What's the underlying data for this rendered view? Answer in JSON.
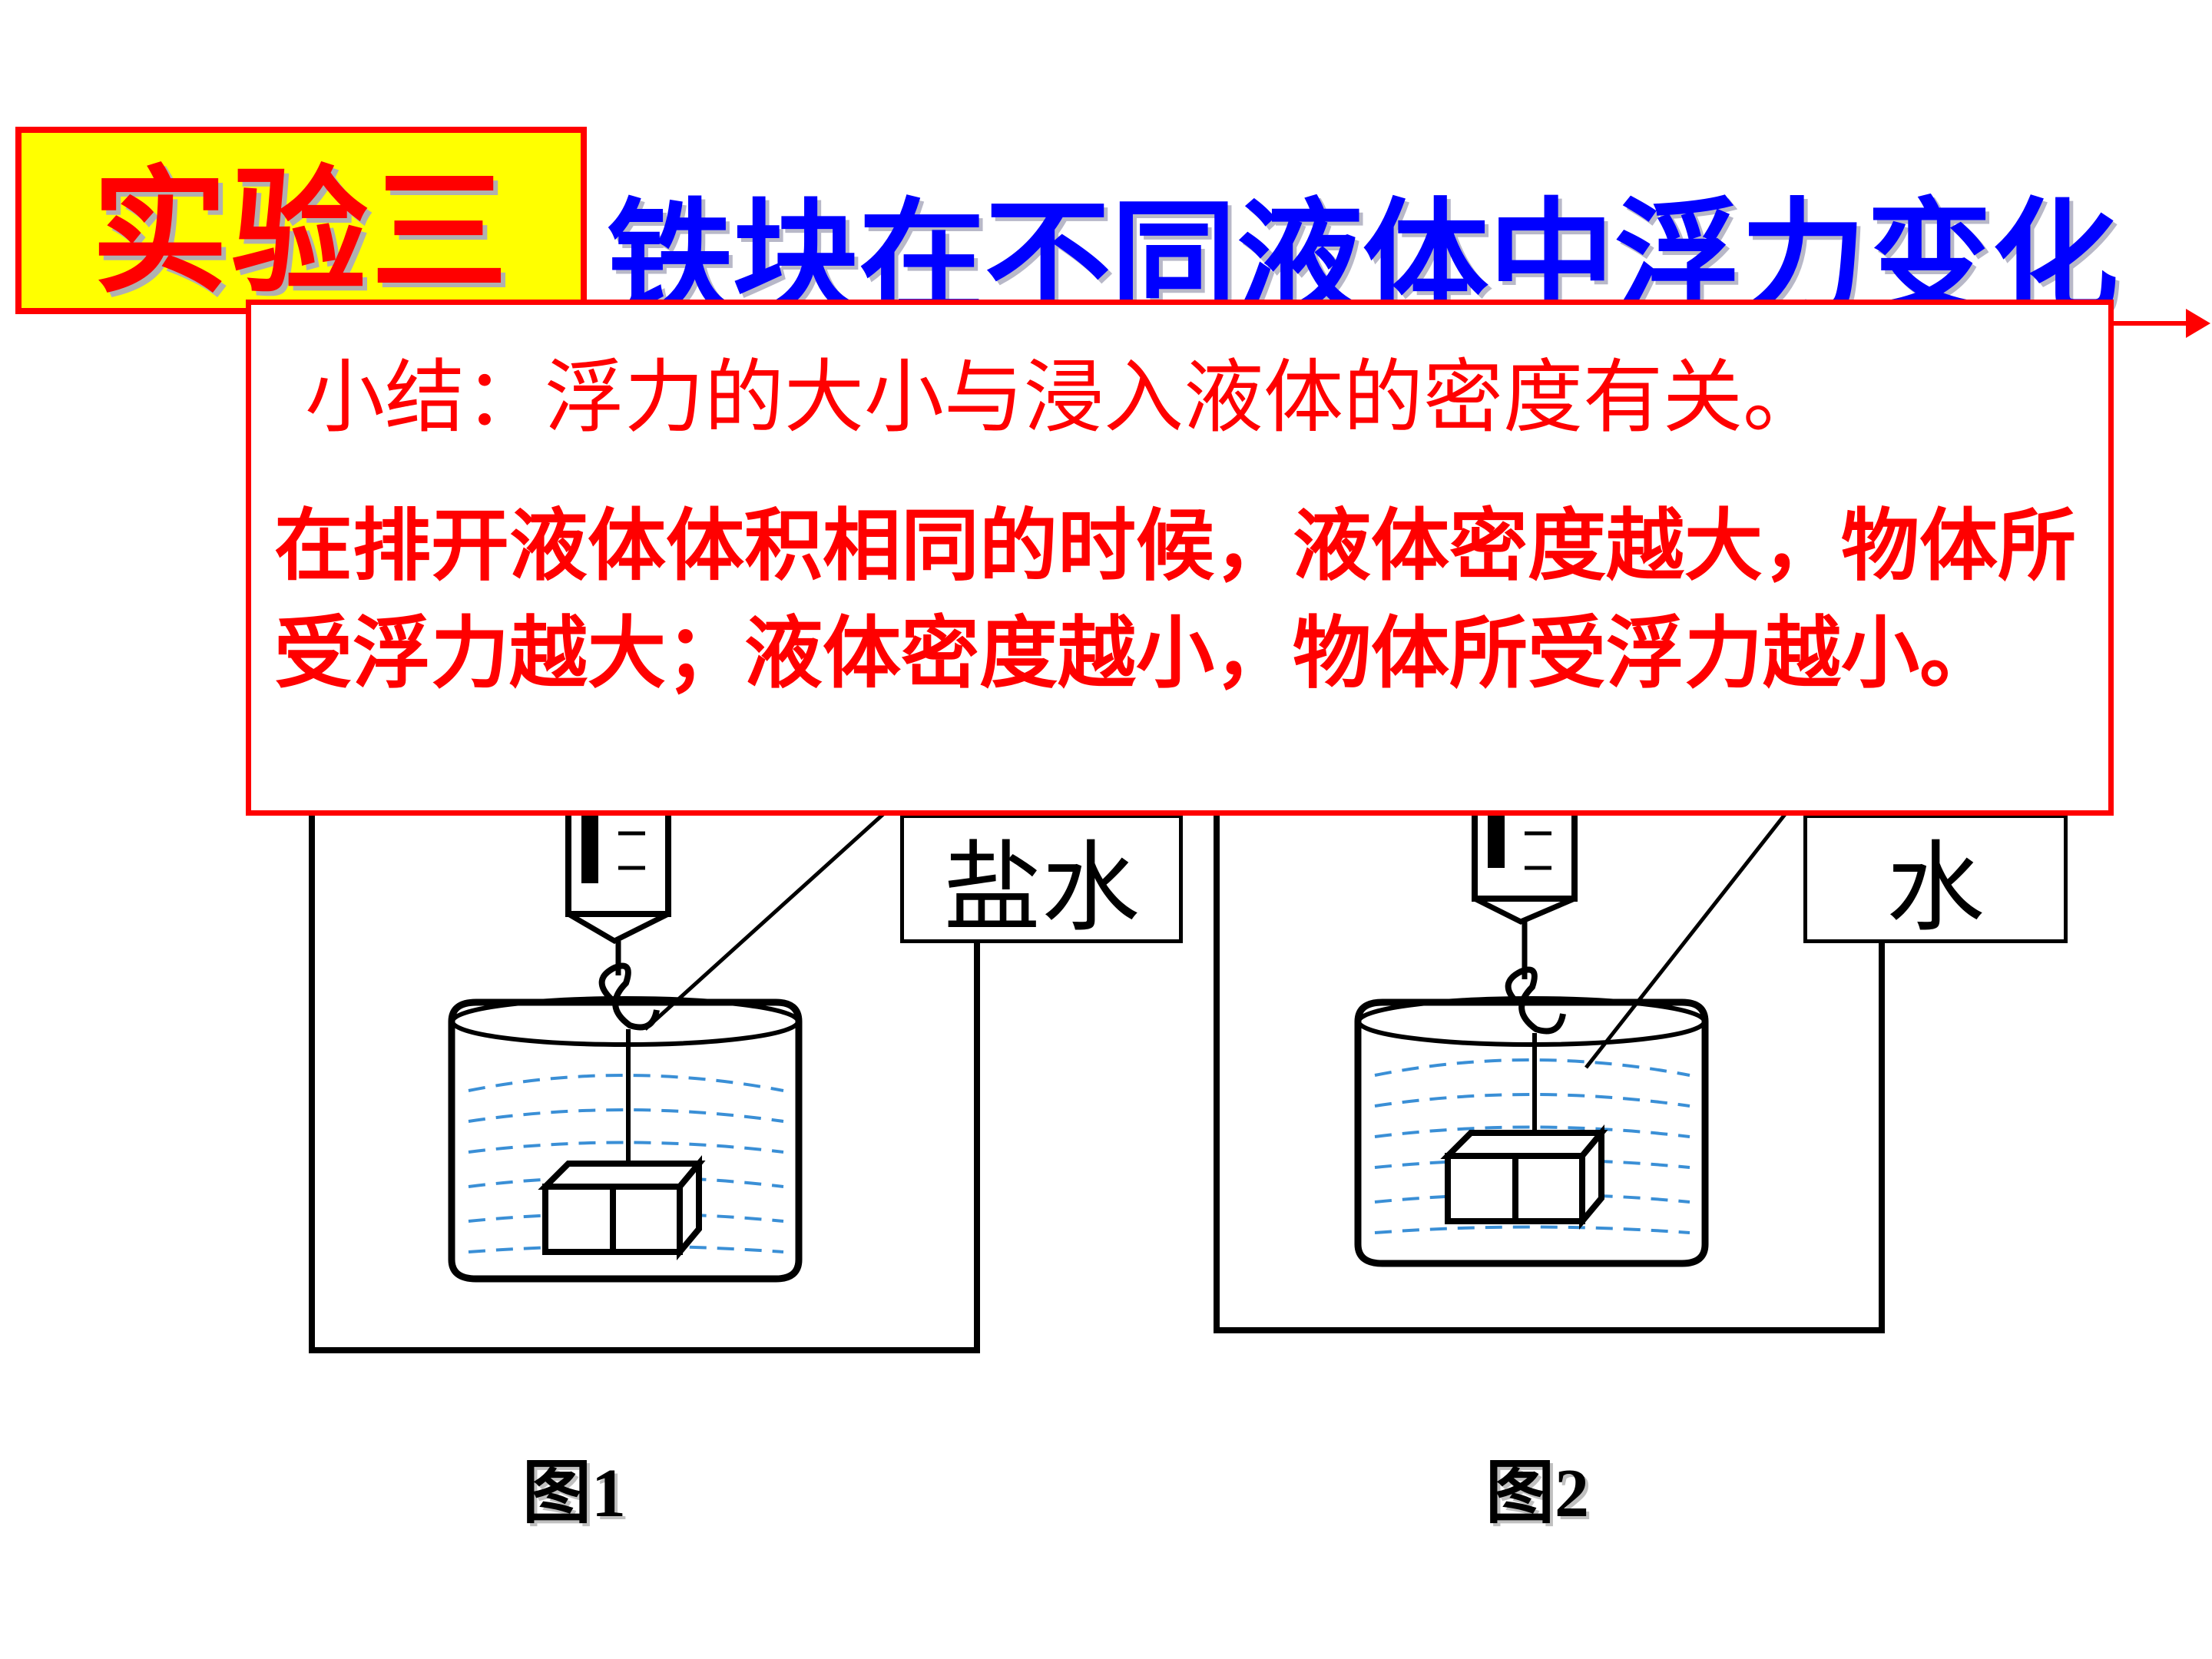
{
  "experiment": {
    "badge": "实验三",
    "title": "铁块在不同液体中浮力变化"
  },
  "summary": {
    "headline": "小结：浮力的大小与浸入液体的密度有关。",
    "body": "在排开液体体积相同的时候，液体密度越大，物体所受浮力越大；液体密度越小，物体所受浮力越小。"
  },
  "figures": [
    {
      "liquid": "盐水",
      "caption": "图1"
    },
    {
      "liquid": "水",
      "caption": "图2"
    }
  ],
  "colors": {
    "badge_bg": "#ffff00",
    "accent_red": "#ff0000",
    "title_blue": "#0000ff",
    "water_lines": "#3a8fd6"
  }
}
